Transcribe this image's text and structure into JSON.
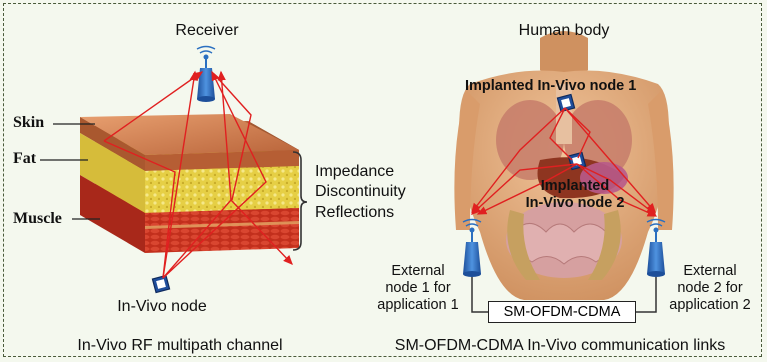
{
  "left_panel": {
    "receiver_label": "Receiver",
    "layers": {
      "skin": "Skin",
      "fat": "Fat",
      "muscle": "Muscle"
    },
    "impedance": [
      "Impedance",
      "Discontinuity",
      "Reflections"
    ],
    "node_label": "In-Vivo node",
    "caption": "In-Vivo RF multipath channel"
  },
  "right_panel": {
    "title": "Human body",
    "implant1": "Implanted In-Vivo node 1",
    "implant2": [
      "Implanted",
      "In-Vivo node 2"
    ],
    "external1": [
      "External",
      "node 1 for",
      "application 1"
    ],
    "external2": [
      "External",
      "node 2 for",
      "application 2"
    ],
    "link_box": "SM-OFDM-CDMA",
    "caption": "SM-OFDM-CDMA In-Vivo communication links"
  },
  "colors": {
    "ray": "#e02020",
    "antenna": "#2a6fc0",
    "skin": "#d8875a",
    "fat": "#e8d24a",
    "muscle": "#c8321e",
    "background": "#f4f8ee"
  },
  "icons": [
    "antenna-icon",
    "implant-chip-icon",
    "human-torso-icon",
    "tissue-block-icon",
    "brace-icon"
  ]
}
